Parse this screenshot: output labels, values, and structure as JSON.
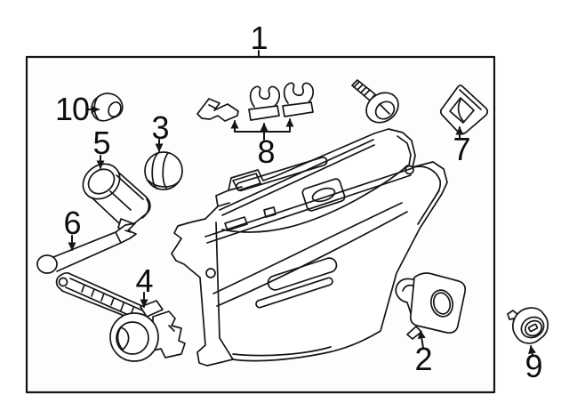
{
  "diagram": {
    "background_color": "#ffffff",
    "panel_fill": "#fdfdfd",
    "line_color": "#151515",
    "callouts": {
      "c1": "1",
      "c2": "2",
      "c3": "3",
      "c4": "4",
      "c5": "5",
      "c6": "6",
      "c7": "7",
      "c8": "8",
      "c9": "9",
      "c10": "10"
    }
  }
}
